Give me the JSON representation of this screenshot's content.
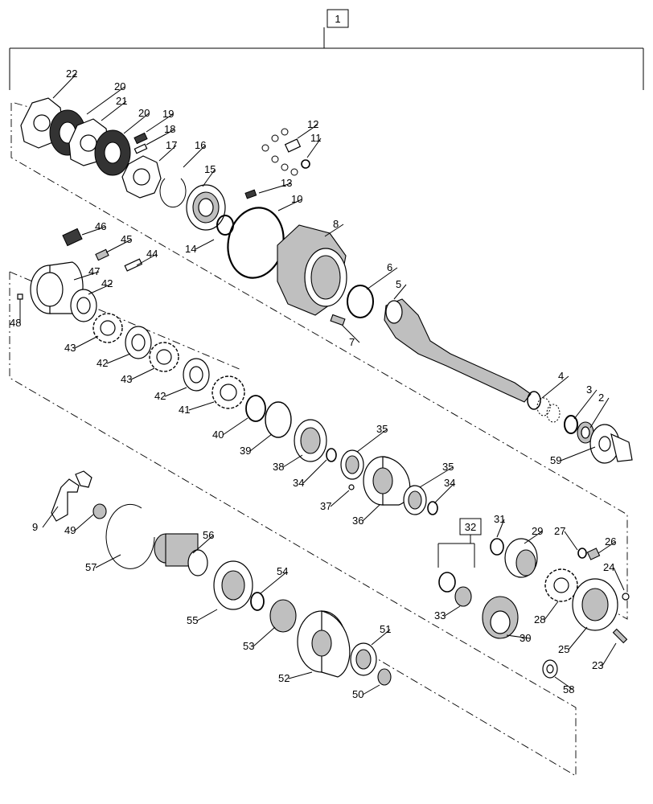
{
  "assembly_callout": "1",
  "group_callout": "32",
  "callouts": [
    "2",
    "3",
    "4",
    "5",
    "6",
    "7",
    "8",
    "9",
    "10",
    "11",
    "12",
    "13",
    "14",
    "15",
    "16",
    "17",
    "18",
    "19",
    "20",
    "21",
    "22",
    "23",
    "24",
    "25",
    "26",
    "27",
    "28",
    "29",
    "30",
    "31",
    "33",
    "34",
    "35",
    "36",
    "37",
    "38",
    "39",
    "40",
    "41",
    "42",
    "43",
    "44",
    "45",
    "46",
    "47",
    "48",
    "49",
    "50",
    "51",
    "52",
    "53",
    "54",
    "55",
    "56",
    "57",
    "58",
    "59"
  ]
}
